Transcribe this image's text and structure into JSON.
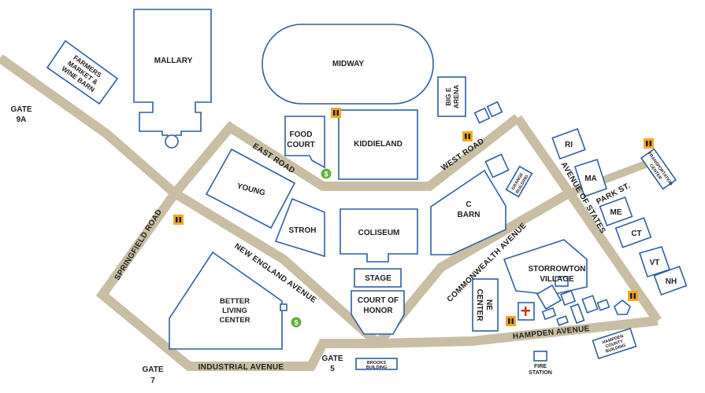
{
  "map": {
    "gates": {
      "gate_9a_line1": "GATE",
      "gate_9a_line2": "9A",
      "gate_7_line1": "GATE",
      "gate_7_line2": "7",
      "gate_5_line1": "GATE",
      "gate_5_line2": "5"
    },
    "roads": {
      "springfield": "SPRINGFIELD ROAD",
      "east": "EAST ROAD",
      "west": "WEST ROAD",
      "new_england": "NEW ENGLAND AVENUE",
      "commonwealth": "COMMONWEALTH AVENUE",
      "avenue_of_states": "AVENUE OF STATES",
      "park_st": "PARK ST.",
      "industrial": "INDUSTRIAL AVENUE",
      "hampden": "HAMPDEN AVENUE"
    },
    "buildings": {
      "mallary": "MALLARY",
      "midway": "MIDWAY",
      "farmers_1": "FARMERS",
      "farmers_2": "MARKET &",
      "farmers_3": "WINE BARN",
      "big_e_1": "BIG E",
      "big_e_2": "ARENA",
      "food_court_1": "FOOD",
      "food_court_2": "COURT",
      "kiddieland": "KIDDIELAND",
      "young": "YOUNG",
      "stroh": "STROH",
      "coliseum": "COLISEUM",
      "c_barn_1": "C",
      "c_barn_2": "BARN",
      "grange_1": "GRANGE",
      "grange_2": "BUILDING",
      "stage": "STAGE",
      "court_1": "COURT OF",
      "court_2": "HONOR",
      "better_1": "BETTER",
      "better_2": "LIVING",
      "better_3": "CENTER",
      "storrowton_1": "STORROWTON",
      "storrowton_2": "VILLAGE",
      "ne_center_1": "NE",
      "ne_center_2": "CENTER",
      "brooks_1": "BROOKS",
      "brooks_2": "BUILDING",
      "fire_1": "FIRE",
      "fire_2": "STATION",
      "hampden_county_1": "HAMPDEN",
      "hampden_county_2": "COUNTY",
      "hampden_county_3": "BUILDING",
      "transport_1": "TRANSPORTATION",
      "transport_2": "CENTER",
      "ri": "RI",
      "ma": "MA",
      "me": "ME",
      "ct": "CT",
      "vt": "VT",
      "nh": "NH"
    },
    "icons": {
      "atm": "$"
    },
    "colors": {
      "road": "#c9bea3",
      "building_outline": "#2f5f9e",
      "restroom_bg": "#f5a623",
      "atm_bg": "#5fb336",
      "first_aid": "#d0342c"
    }
  }
}
